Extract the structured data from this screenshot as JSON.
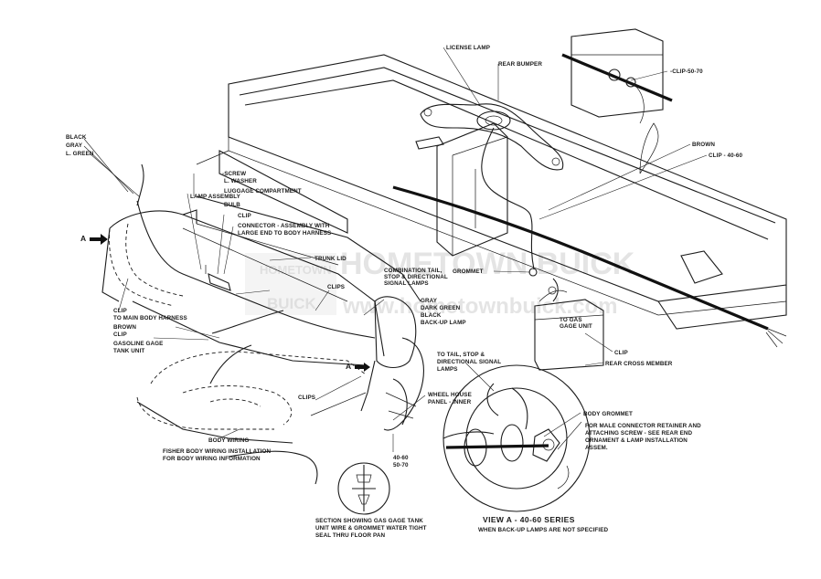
{
  "watermark": {
    "line1": "HOMETOWN BUICK",
    "line2": "www.hometownbuick.com",
    "badge_top": "HOMETOWN",
    "badge_bottom": "BUICK"
  },
  "labels": {
    "license_lamp": "LICENSE LAMP",
    "rear_bumper": "REAR BUMPER",
    "clip_50_70": "-CLIP-50-70",
    "brown_right": "BROWN",
    "clip_40_60": "CLIP - 40-60",
    "black": "BLACK",
    "gray": "GRAY",
    "l_green": "L. GREEN",
    "screw": "-SCREW",
    "l_washer": "L. WASHER",
    "luggage_lamp_1": "LUGGAGE COMPARTMENT",
    "luggage_lamp_2": "LAMP ASSEMBLY",
    "bulb": "BULB",
    "clip_top": "CLIP",
    "connector_1": "CONNECTOR - ASSEMBLY WITH",
    "connector_2": "LARGE END TO BODY HARNESS",
    "arrow_a": "A",
    "trunk_lid": "TRUNK LID",
    "combo_1": "COMBINATION TAIL,",
    "combo_2": "STOP & DIRECTIONAL",
    "combo_3": "SIGNAL LAMPS",
    "grommet": "GROMMET",
    "clips_upper": "CLIPS",
    "gray_mid": "GRAY",
    "dark_green": "DARK GREEN",
    "black_mid": "BLACK",
    "backup_lamp": "BACK-UP LAMP",
    "to_gas_1": "TO GAS",
    "to_gas_2": "GAGE UNIT",
    "clip_main_1": "CLIP",
    "clip_main_2": "TO MAIN BODY HARNESS",
    "brown_left": "BROWN",
    "clip_left": "CLIP",
    "gas_gage_1": "GASOLINE GAGE",
    "gas_gage_2": "TANK UNIT",
    "clip_right": "CLIP",
    "rear_cross": "REAR CROSS MEMBER",
    "arrow_a2": "A",
    "tail_1": "TO TAIL, STOP &",
    "tail_2": "DIRECTIONAL SIGNAL",
    "tail_3": "LAMPS",
    "clips_lower": "CLIPS",
    "wheel_house_1": "WHEEL HOUSE",
    "wheel_house_2": "PANEL - INNER",
    "body_grommet": "BODY GROMMET",
    "male_conn_1": "FOR MALE CONNECTOR RETAINER AND",
    "male_conn_2": "ATTACHING SCREW - SEE REAR END",
    "male_conn_3": "ORNAMENT & LAMP INSTALLATION",
    "male_conn_4": "ASSEM.",
    "body_wiring": "BODY WIRING",
    "fisher_1": "FISHER BODY WIRING INSTALLATION",
    "fisher_2": "FOR BODY WIRING INFORMATION",
    "series_4060": "40-60",
    "series_5070": "50-70",
    "section_1": "SECTION SHOWING GAS GAGE TANK",
    "section_2": "UNIT WIRE & GROMMET WATER TIGHT",
    "section_3": "SEAL THRU FLOOR PAN",
    "view_title": "VIEW  A - 40-60 SERIES",
    "view_sub": "WHEN BACK-UP LAMPS ARE NOT SPECIFIED"
  }
}
